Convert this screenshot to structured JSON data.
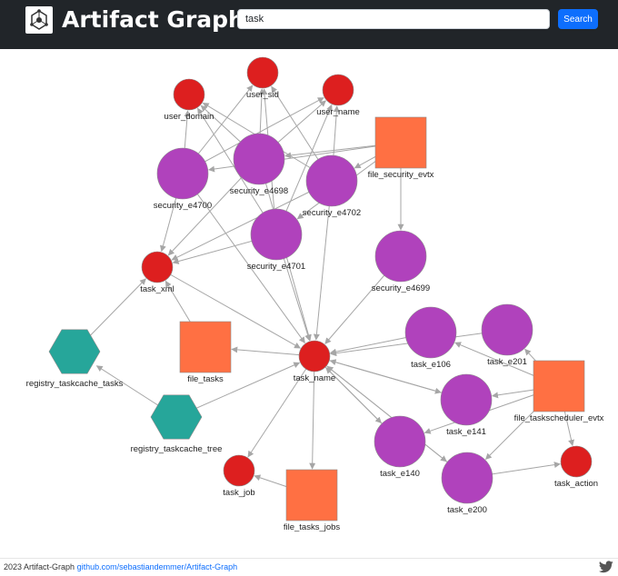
{
  "app": {
    "title": "Artifact Graph",
    "logo_icon": "graph-logo-icon"
  },
  "search": {
    "value": "task",
    "button_label": "Search"
  },
  "colors": {
    "navbar": "#212529",
    "event_node": "#b042bc",
    "field_node": "#dd1f1f",
    "file_node": "#ff7043",
    "registry_node": "#26a69a",
    "edge": "#a6a6a6",
    "accent": "#0d6efd"
  },
  "graph": {
    "nodes": [
      {
        "id": "user_sid",
        "label": "user_sid",
        "shape": "circle-small",
        "kind": "field"
      },
      {
        "id": "user_domain",
        "label": "user_domain",
        "shape": "circle-small",
        "kind": "field"
      },
      {
        "id": "user_name",
        "label": "user_name",
        "shape": "circle-small",
        "kind": "field"
      },
      {
        "id": "file_security_evtx",
        "label": "file_security_evtx",
        "shape": "square",
        "kind": "file"
      },
      {
        "id": "security_e4698",
        "label": "security_e4698",
        "shape": "circle-large",
        "kind": "event"
      },
      {
        "id": "security_e4700",
        "label": "security_e4700",
        "shape": "circle-large",
        "kind": "event"
      },
      {
        "id": "security_e4702",
        "label": "security_e4702",
        "shape": "circle-large",
        "kind": "event"
      },
      {
        "id": "security_e4701",
        "label": "security_e4701",
        "shape": "circle-large",
        "kind": "event"
      },
      {
        "id": "security_e4699",
        "label": "security_e4699",
        "shape": "circle-large",
        "kind": "event"
      },
      {
        "id": "task_xml",
        "label": "task_xml",
        "shape": "circle-small",
        "kind": "field"
      },
      {
        "id": "registry_taskcache_tasks",
        "label": "registry_taskcache_tasks",
        "shape": "hexagon",
        "kind": "registry"
      },
      {
        "id": "file_tasks",
        "label": "file_tasks",
        "shape": "square",
        "kind": "file"
      },
      {
        "id": "task_name",
        "label": "task_name",
        "shape": "circle-small",
        "kind": "field"
      },
      {
        "id": "task_e106",
        "label": "task_e106",
        "shape": "circle-large",
        "kind": "event"
      },
      {
        "id": "task_e201",
        "label": "task_e201",
        "shape": "circle-large",
        "kind": "event"
      },
      {
        "id": "file_taskscheduler_evtx",
        "label": "file_taskscheduler_evtx",
        "shape": "square",
        "kind": "file"
      },
      {
        "id": "task_e141",
        "label": "task_e141",
        "shape": "circle-large",
        "kind": "event"
      },
      {
        "id": "task_e140",
        "label": "task_e140",
        "shape": "circle-large",
        "kind": "event"
      },
      {
        "id": "registry_taskcache_tree",
        "label": "registry_taskcache_tree",
        "shape": "hexagon",
        "kind": "registry"
      },
      {
        "id": "task_job",
        "label": "task_job",
        "shape": "circle-small",
        "kind": "field"
      },
      {
        "id": "file_tasks_jobs",
        "label": "file_tasks_jobs",
        "shape": "square",
        "kind": "file"
      },
      {
        "id": "task_e200",
        "label": "task_e200",
        "shape": "circle-large",
        "kind": "event"
      },
      {
        "id": "task_action",
        "label": "task_action",
        "shape": "circle-small",
        "kind": "field"
      }
    ],
    "edges": [
      {
        "from": "security_e4698",
        "to": "user_sid"
      },
      {
        "from": "security_e4698",
        "to": "user_domain"
      },
      {
        "from": "security_e4698",
        "to": "user_name"
      },
      {
        "from": "security_e4698",
        "to": "task_xml"
      },
      {
        "from": "security_e4698",
        "to": "task_name"
      },
      {
        "from": "security_e4700",
        "to": "user_domain"
      },
      {
        "from": "security_e4700",
        "to": "user_sid"
      },
      {
        "from": "security_e4700",
        "to": "user_name"
      },
      {
        "from": "security_e4700",
        "to": "task_xml"
      },
      {
        "from": "security_e4700",
        "to": "task_name"
      },
      {
        "from": "security_e4702",
        "to": "user_sid"
      },
      {
        "from": "security_e4702",
        "to": "user_domain"
      },
      {
        "from": "security_e4702",
        "to": "user_name"
      },
      {
        "from": "security_e4702",
        "to": "task_xml"
      },
      {
        "from": "security_e4702",
        "to": "task_name"
      },
      {
        "from": "security_e4701",
        "to": "user_sid"
      },
      {
        "from": "security_e4701",
        "to": "user_domain"
      },
      {
        "from": "security_e4701",
        "to": "user_name"
      },
      {
        "from": "security_e4701",
        "to": "task_xml"
      },
      {
        "from": "security_e4701",
        "to": "task_name"
      },
      {
        "from": "security_e4699",
        "to": "task_name"
      },
      {
        "from": "file_security_evtx",
        "to": "security_e4698"
      },
      {
        "from": "file_security_evtx",
        "to": "security_e4700"
      },
      {
        "from": "file_security_evtx",
        "to": "security_e4702"
      },
      {
        "from": "file_security_evtx",
        "to": "security_e4701"
      },
      {
        "from": "file_security_evtx",
        "to": "security_e4699"
      },
      {
        "from": "registry_taskcache_tasks",
        "to": "task_xml"
      },
      {
        "from": "registry_taskcache_tree",
        "to": "registry_taskcache_tasks"
      },
      {
        "from": "registry_taskcache_tree",
        "to": "task_name"
      },
      {
        "from": "file_tasks",
        "to": "task_xml"
      },
      {
        "from": "task_name",
        "to": "file_tasks"
      },
      {
        "from": "task_name",
        "to": "file_tasks_jobs"
      },
      {
        "from": "task_name",
        "to": "task_job"
      },
      {
        "from": "task_name",
        "to": "task_e141"
      },
      {
        "from": "task_name",
        "to": "task_e140"
      },
      {
        "from": "task_name",
        "to": "task_e200"
      },
      {
        "from": "task_xml",
        "to": "task_name"
      },
      {
        "from": "file_tasks_jobs",
        "to": "task_job"
      },
      {
        "from": "task_e106",
        "to": "task_name"
      },
      {
        "from": "task_e201",
        "to": "task_name"
      },
      {
        "from": "file_taskscheduler_evtx",
        "to": "task_e106"
      },
      {
        "from": "file_taskscheduler_evtx",
        "to": "task_e201"
      },
      {
        "from": "file_taskscheduler_evtx",
        "to": "task_e141"
      },
      {
        "from": "file_taskscheduler_evtx",
        "to": "task_e140"
      },
      {
        "from": "file_taskscheduler_evtx",
        "to": "task_e200"
      },
      {
        "from": "file_taskscheduler_evtx",
        "to": "task_action"
      },
      {
        "from": "task_e141",
        "to": "task_name"
      },
      {
        "from": "task_e140",
        "to": "task_name"
      },
      {
        "from": "task_e200",
        "to": "task_name"
      },
      {
        "from": "task_e200",
        "to": "task_action"
      }
    ]
  },
  "footer": {
    "text": "2023 Artifact-Graph",
    "link_text": "github.com/sebastiandemmer/Artifact-Graph",
    "social_icon": "twitter-icon"
  }
}
